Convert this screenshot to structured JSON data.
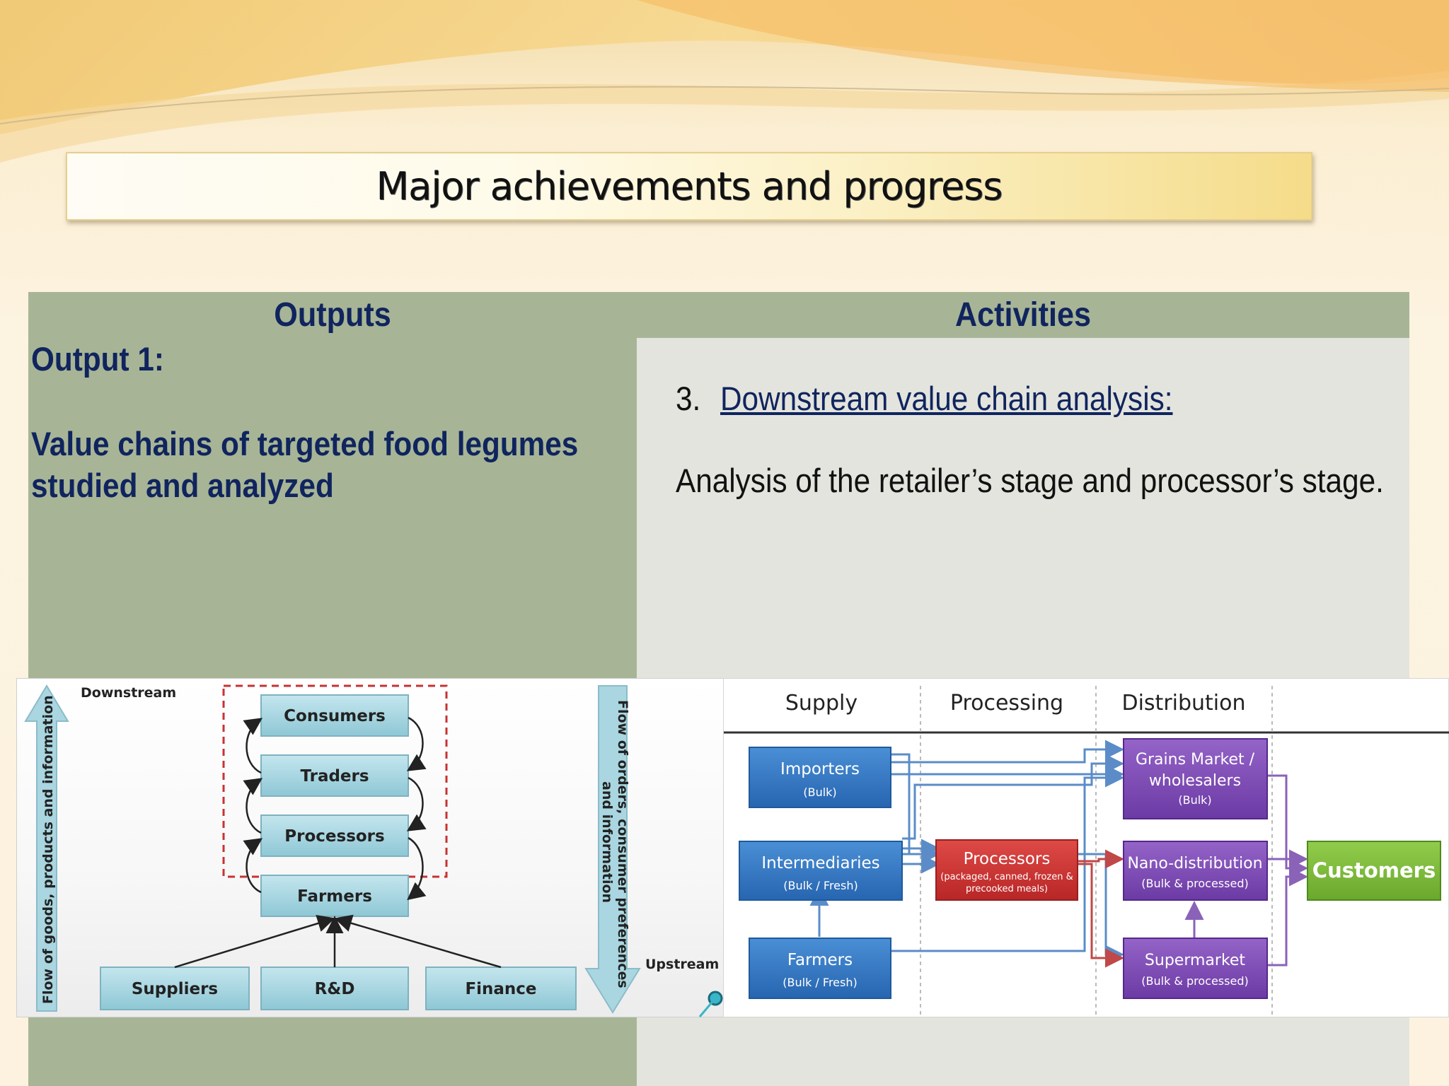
{
  "slide": {
    "title": "Major achievements and progress"
  },
  "table": {
    "outputs_header": "Outputs",
    "activities_header": "Activities",
    "output_title": "Output 1:",
    "output_desc": "Value chains of targeted food legumes studied and analyzed",
    "activity_number": "3.",
    "activity_link": "Downstream value chain analysis:",
    "activity_desc": "Analysis of the retailer’s stage and processor’s stage."
  },
  "diagram_left": {
    "downstream_label": "Downstream",
    "upstream_label": "Upstream",
    "left_arrow_label": "Flow of goods, products and information",
    "right_arrow_line1": "Flow of orders, consumer preferences",
    "right_arrow_line2": "and information",
    "chain": [
      "Consumers",
      "Traders",
      "Processors",
      "Farmers"
    ],
    "inputs": [
      "Suppliers",
      "R&D",
      "Finance"
    ]
  },
  "diagram_right": {
    "columns": [
      "Supply",
      "Processing",
      "Distribution"
    ],
    "importers": {
      "label": "Importers",
      "sub": "(Bulk)"
    },
    "intermediaries": {
      "label": "Intermediaries",
      "sub": "(Bulk / Fresh)"
    },
    "farmers": {
      "label": "Farmers",
      "sub": "(Bulk / Fresh)"
    },
    "processors": {
      "label": "Processors",
      "sub1": "(packaged, canned, frozen &",
      "sub2": "precooked meals)"
    },
    "grains": {
      "label1": "Grains Market /",
      "label2": "wholesalers",
      "sub": "(Bulk)"
    },
    "nano": {
      "label": "Nano-distribution",
      "sub": "(Bulk & processed)"
    },
    "supermarket": {
      "label": "Supermarket",
      "sub": "(Bulk & processed)"
    },
    "customers": "Customers"
  },
  "colors": {
    "navy_text": "#10245e",
    "panel_green": "#a7b596",
    "panel_grey": "#e3e4dd",
    "box_blue": "#2f74c4",
    "box_red": "#cc3030",
    "box_purple": "#7a45b0",
    "box_green": "#7cb83a",
    "box_lightblue": "#a9d6e0"
  }
}
